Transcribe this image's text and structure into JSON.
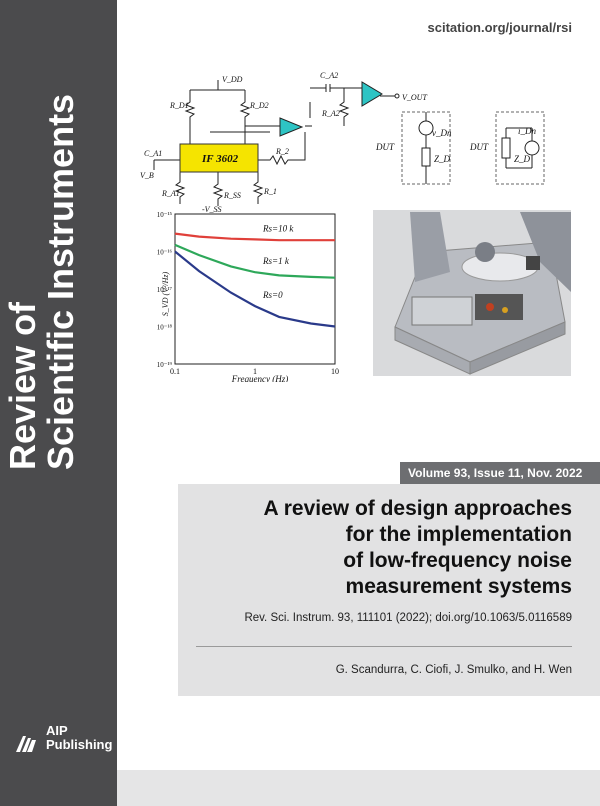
{
  "journal": {
    "url": "scitation.org/journal/rsi",
    "title_line1": "Review of",
    "title_line2": "Scientific Instruments"
  },
  "publisher": {
    "line1": "AIP",
    "line2": "Publishing"
  },
  "issue": {
    "label": "Volume 93, Issue 11, Nov. 2022"
  },
  "article": {
    "title_lines": [
      "A review of design approaches",
      "for the implementation",
      "of low-frequency noise",
      "measurement systems"
    ],
    "citation": "Rev. Sci. Instrum. 93, 111101 (2022); doi.org/10.1063/5.0116589",
    "authors": "G. Scandurra, C. Ciofi, J. Smulko, and H. Wen"
  },
  "figure": {
    "circuit_labels": {
      "vdd": "V_DD",
      "rd1": "R_D1",
      "rd2": "R_D2",
      "chip": "IF 3602",
      "ca1": "C_A1",
      "ra1": "R_A1",
      "rss": "R_SS",
      "vss": "-V_SS",
      "r1": "R_1",
      "r2": "R_2",
      "ca2": "C_A2",
      "ra2": "R_A2",
      "vout": "V_OUT",
      "vb": "V_B",
      "dut1": "DUT",
      "dut2": "DUT",
      "vdn": "v_Dn",
      "zd1": "Z_D",
      "idn": "i_Dn",
      "zd2": "Z_D"
    },
    "colors": {
      "chip": "#f5e400",
      "opamp": "#2ec4c4"
    }
  },
  "chart_data": {
    "type": "line",
    "xlabel": "Frequency (Hz)",
    "ylabel": "S_VD (V²/Hz)",
    "x_scale": "log",
    "y_scale": "log",
    "xlim": [
      0.1,
      10
    ],
    "ylim": [
      1e-19,
      1e-15
    ],
    "x_ticks": [
      "0.1",
      "1",
      "10"
    ],
    "y_ticks": [
      "10⁻¹⁹",
      "10⁻¹⁸",
      "10⁻¹⁷",
      "10⁻¹⁶",
      "10⁻¹⁵"
    ],
    "series": [
      {
        "name": "Rs=10 k",
        "color": "#e0403a",
        "x": [
          0.1,
          0.2,
          0.5,
          1,
          2,
          5,
          10
        ],
        "y": [
          3e-16,
          2.5e-16,
          2.2e-16,
          2.1e-16,
          2e-16,
          2e-16,
          2e-16
        ]
      },
      {
        "name": "Rs=1 k",
        "color": "#2ea85a",
        "x": [
          0.1,
          0.2,
          0.5,
          1,
          2,
          5,
          10
        ],
        "y": [
          1.5e-16,
          8e-17,
          4e-17,
          2.8e-17,
          2.3e-17,
          2.1e-17,
          2e-17
        ]
      },
      {
        "name": "Rs=0",
        "color": "#2a3a8a",
        "x": [
          0.1,
          0.2,
          0.5,
          1,
          2,
          5,
          10
        ],
        "y": [
          1e-16,
          3e-17,
          8e-18,
          3.5e-18,
          1.8e-18,
          1.2e-18,
          1e-18
        ]
      }
    ]
  }
}
